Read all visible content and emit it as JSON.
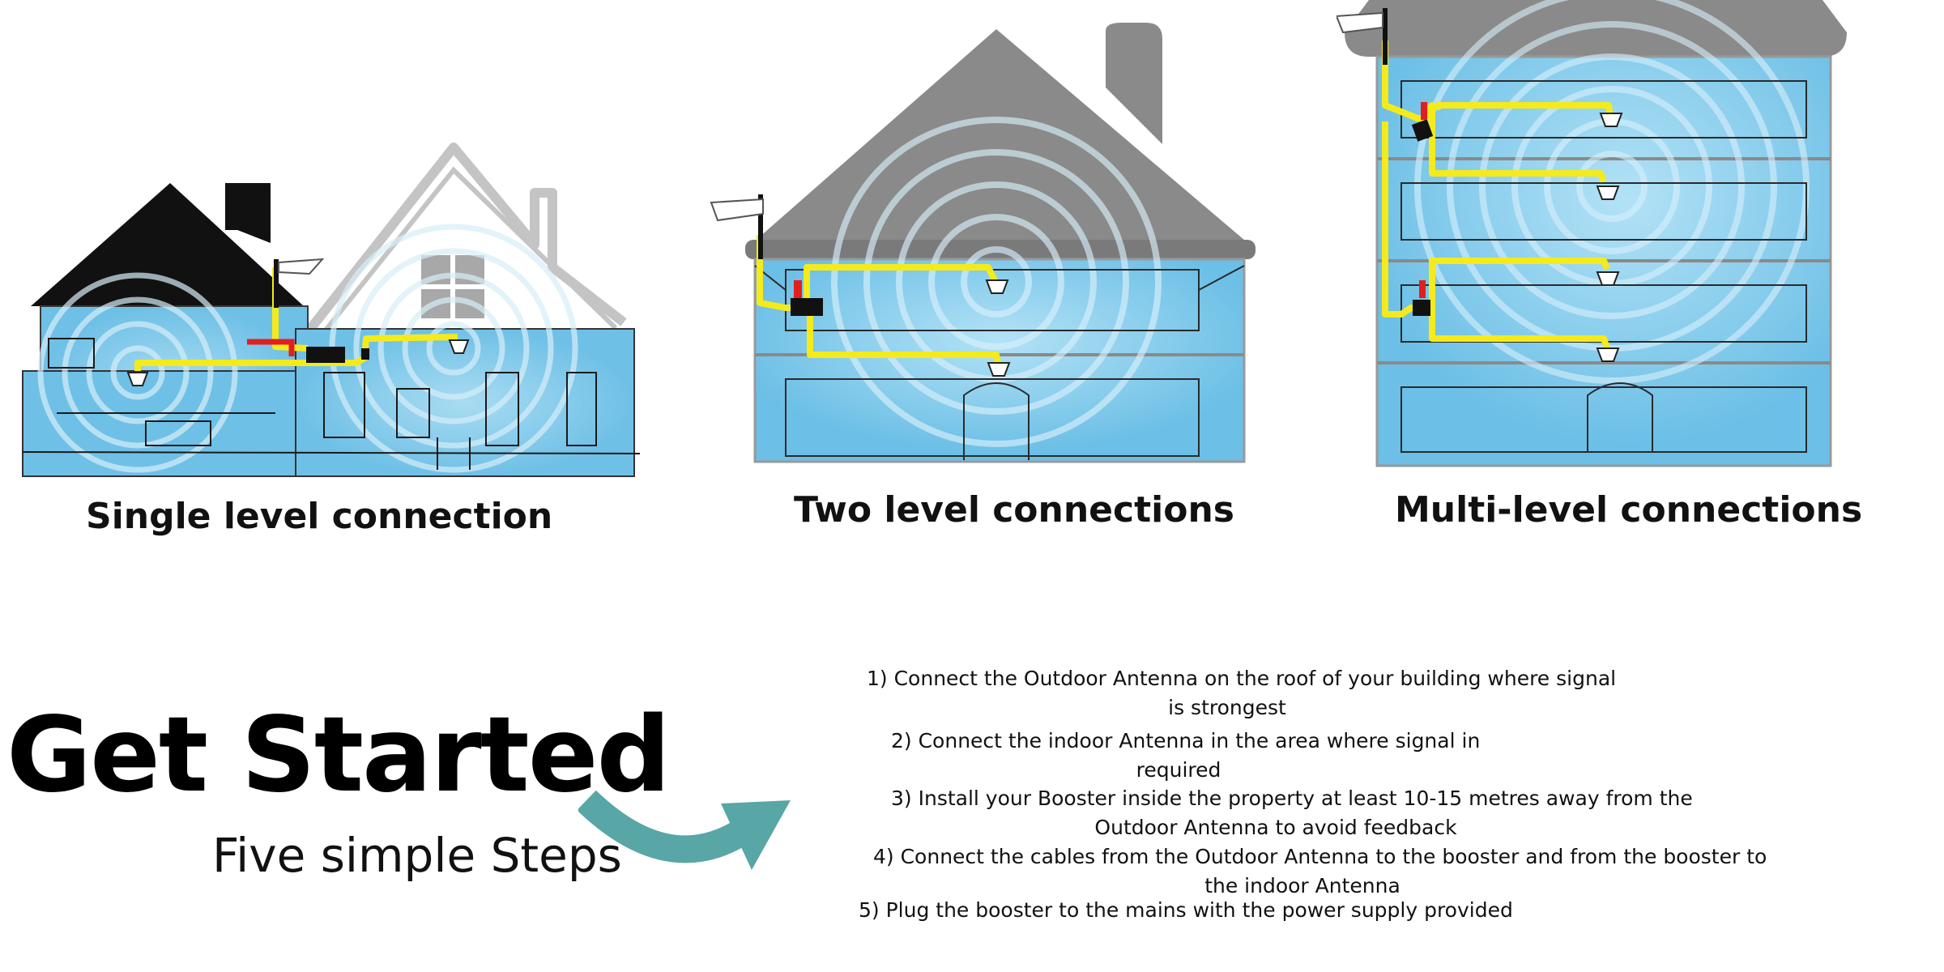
{
  "colors": {
    "water": "#7ec9ea",
    "cable": "#f5ea1a",
    "roof": "#8a8a8a",
    "accent_arrow": "#58a6a6"
  },
  "panels": [
    {
      "caption": "Single level connection"
    },
    {
      "caption": "Two level connections"
    },
    {
      "caption": "Multi-level connections"
    }
  ],
  "hero": {
    "title": "Get Started",
    "subtitle": "Five simple Steps",
    "arrow_icon": "curved-arrow-right-icon"
  },
  "steps": [
    {
      "line1": "1) Connect the Outdoor Antenna on the roof of your building where signal",
      "line2": "is strongest"
    },
    {
      "line1": "2) Connect the indoor Antenna in the area where signal in",
      "line2": "required"
    },
    {
      "line1": "3) Install your Booster inside the property at least 10-15 metres away from the",
      "line2": "Outdoor Antenna to avoid feedback"
    },
    {
      "line1": "4) Connect the  cables from the Outdoor Antenna to the booster and from the booster to",
      "line2": "the  indoor Antenna"
    },
    {
      "line1": "5) Plug the booster to the mains with the power supply provided",
      "line2": ""
    }
  ]
}
